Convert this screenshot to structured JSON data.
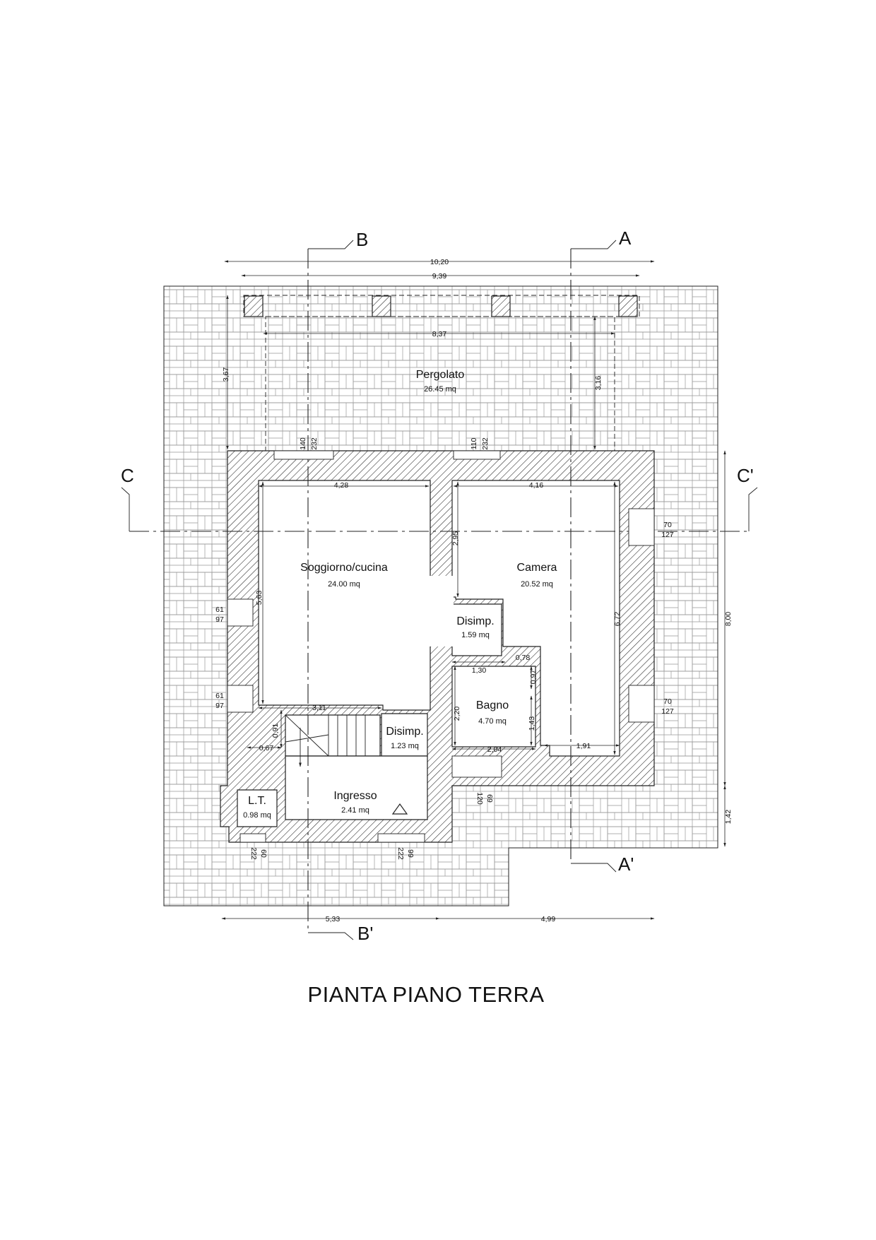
{
  "title": "PIANTA PIANO TERRA",
  "sections": {
    "a_top": "A",
    "a_bottom": "A'",
    "b_top": "B",
    "b_bottom": "B'",
    "c_left": "C",
    "c_right": "C'"
  },
  "rooms": {
    "pergolato": {
      "name": "Pergolato",
      "area": "26.45 mq"
    },
    "soggiorno": {
      "name": "Soggiorno/cucina",
      "area": "24.00 mq"
    },
    "camera": {
      "name": "Camera",
      "area": "20.52 mq"
    },
    "disimp1": {
      "name": "Disimp.",
      "area": "1.59 mq"
    },
    "disimp2": {
      "name": "Disimp.",
      "area": "1.23 mq"
    },
    "bagno": {
      "name": "Bagno",
      "area": "4.70 mq"
    },
    "ingresso": {
      "name": "Ingresso",
      "area": "2.41 mq"
    },
    "lt": {
      "name": "L.T.",
      "area": "0.98 mq"
    }
  },
  "dimensions": {
    "overall_top": "10,20",
    "overall_second": "9,39",
    "pergola_width": "8,37",
    "pergola_left": "3,67",
    "pergola_right": "3,16",
    "soggiorno_width": "4,28",
    "camera_width": "4,16",
    "soggiorno_depth": "5,63",
    "camera_partition": "2,95",
    "camera_depth": "6,72",
    "overall_depth": "8,00",
    "bottom_offset": "1,42",
    "soggiorno_bottom": "3,11",
    "disimp_width": "1,30",
    "bagno_small": "0,78",
    "bagno_side": "0,97",
    "bagno_depth": "2,20",
    "bagno_side2": "1,43",
    "bagno_width": "2,04",
    "camera_bottom": "1,91",
    "stair_v": "0,91",
    "stair_h": "0,67",
    "bottom_left": "5,33",
    "bottom_right": "4,99"
  },
  "openings": {
    "w1_a": "140",
    "w1_b": "232",
    "w2_a": "110",
    "w2_b": "232",
    "w3_a": "70",
    "w3_b": "127",
    "w4_a": "70",
    "w4_b": "127",
    "w5_a": "61",
    "w5_b": "97",
    "w6_a": "61",
    "w6_b": "97",
    "w7_a": "60",
    "w7_b": "222",
    "w8_a": "99",
    "w8_b": "222",
    "w9_a": "69",
    "w9_b": "120"
  }
}
